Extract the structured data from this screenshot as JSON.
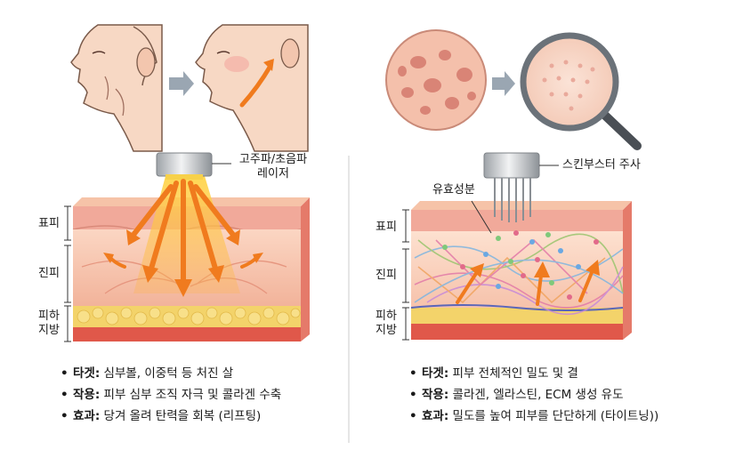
{
  "left": {
    "device_label_line1": "고주파/초음파",
    "device_label_line2": "레이저",
    "layers": {
      "epidermis": "표피",
      "dermis": "진피",
      "fat_line1": "피하",
      "fat_line2": "지방"
    },
    "bullets": [
      {
        "key": "타겟:",
        "text": " 심부볼, 이중턱 등 처진 살"
      },
      {
        "key": "작용:",
        "text": " 피부 심부 조직 자극 및 콜라겐 수축"
      },
      {
        "key": "효과:",
        "text": " 당겨 올려 탄력을 회복 (리프팅)"
      }
    ]
  },
  "right": {
    "device_label": "스킨부스터 주사",
    "ingredient_label": "유효성분",
    "layers": {
      "epidermis": "표피",
      "dermis": "진피",
      "fat_line1": "피하",
      "fat_line2": "지방"
    },
    "bullets": [
      {
        "key": "타겟:",
        "text": " 피부 전체적인 밀도 및 결"
      },
      {
        "key": "작용:",
        "text": " 콜라겐, 엘라스틴, ECM 생성 유도"
      },
      {
        "key": "효과:",
        "text": " 밀도를 높여 피부를 단단하게 (타이트닝))"
      }
    ]
  },
  "colors": {
    "arrow_orange": "#f07b1e",
    "skin": "#f6c3a8",
    "fat": "#f3d36a",
    "muscle": "#e0584a"
  }
}
